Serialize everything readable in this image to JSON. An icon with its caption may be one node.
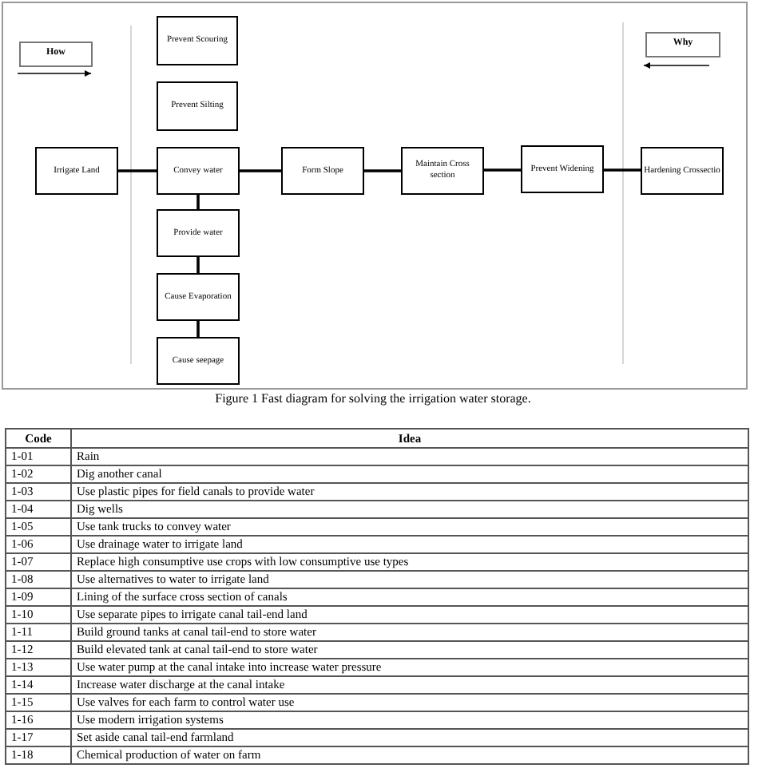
{
  "diagram": {
    "caption": "Figure 1 Fast diagram for solving the irrigation water storage.",
    "nodes": [
      {
        "text": [
          "How"
        ]
      },
      {
        "text": [
          "Prevent Scouring"
        ]
      },
      {
        "text": [
          "Prevent Silting"
        ]
      },
      {
        "text": [
          "Irrigate Land"
        ]
      },
      {
        "text": [
          "Convey water"
        ]
      },
      {
        "text": [
          "Form Slope"
        ]
      },
      {
        "text": [
          "Maintain Cross section"
        ]
      },
      {
        "text": [
          "Prevent Widening"
        ]
      },
      {
        "text": [
          "Hardening Crossectio"
        ]
      },
      {
        "text": [
          "Why"
        ]
      },
      {
        "text": [
          "Provide water"
        ]
      },
      {
        "text": [
          "Cause Evaporation"
        ]
      },
      {
        "text": [
          "Cause seepage"
        ]
      }
    ],
    "edges": [
      {
        "from": 3,
        "to": 4,
        "arrow": "none"
      },
      {
        "from": 4,
        "to": 5,
        "arrow": "none"
      },
      {
        "from": 5,
        "to": 6,
        "arrow": "none"
      },
      {
        "from": 6,
        "to": 7,
        "arrow": "none"
      },
      {
        "from": 7,
        "to": 8,
        "arrow": "none"
      },
      {
        "from": 4,
        "to": 10,
        "arrow": "none"
      },
      {
        "from": 10,
        "to": 11,
        "arrow": "none"
      },
      {
        "from": 11,
        "to": 12,
        "arrow": "none"
      }
    ],
    "labels": [
      "Code",
      "Idea",
      "1-01",
      "Rain",
      "1-02",
      "Dig another canal",
      "1-03",
      "Use plastic pipes for field canals to provide water",
      "1-04",
      "Dig wells",
      "1-05",
      "Use tank trucks to convey water",
      "1-06",
      "Use drainage water to irrigate land",
      "1-07",
      "Replace high consumptive use crops with low consumptive use types",
      "1-08",
      "Use alternatives to water to irrigate land",
      "1-09",
      "Lining of the surface cross section of canals",
      "1-10",
      "Use separate pipes to irrigate canal tail-end land",
      "1-11",
      "Build ground tanks at canal tail-end to store water",
      "1-12",
      "Build elevated tank at canal tail-end to store water",
      "1-13",
      "Use water pump at the canal intake into increase water pressure",
      "1-14",
      "Increase water discharge at the canal intake",
      "1-15",
      "Use valves for each farm to control water use",
      "1-16",
      "Use modern irrigation systems",
      "1-17",
      "Set aside canal tail-end farmland",
      "1-18",
      "Chemical production of water on farm"
    ]
  }
}
